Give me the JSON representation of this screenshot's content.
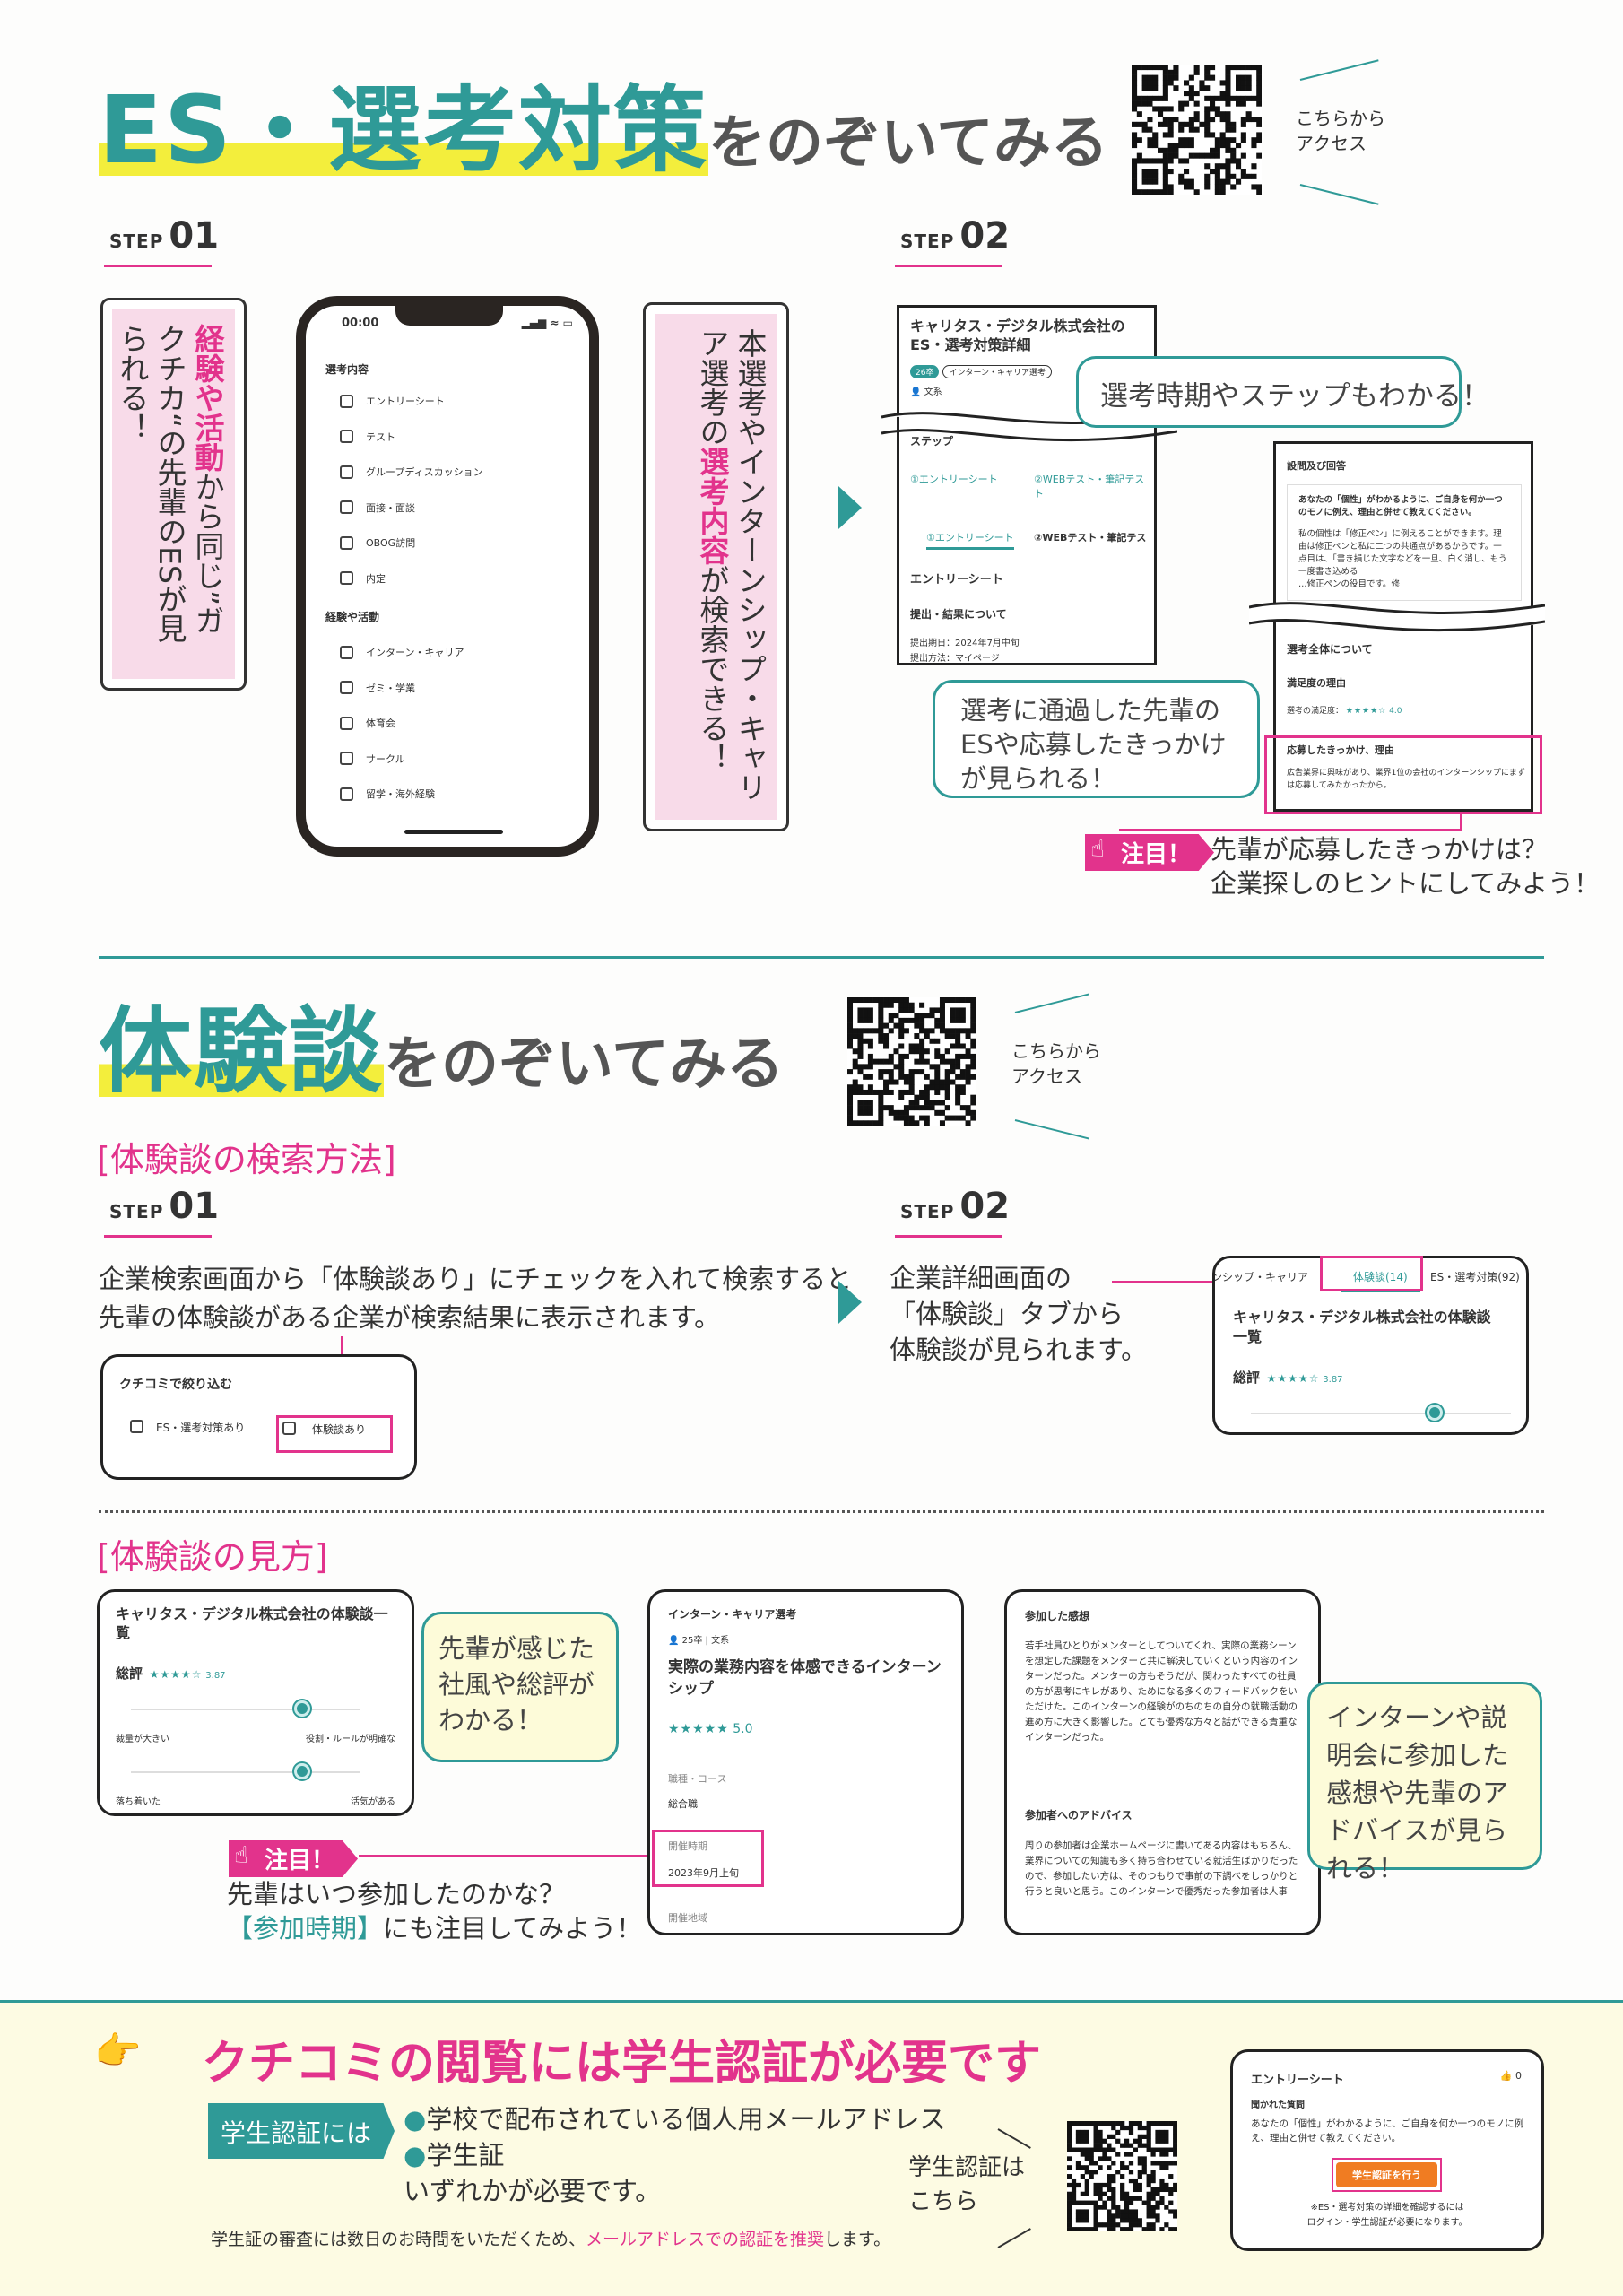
{
  "section1": {
    "title_main": "ES・選考対策",
    "title_sub": "をのぞいてみる",
    "access": [
      "こちらから",
      "アクセス"
    ],
    "step1": {
      "label": "STEP",
      "num": "01"
    },
    "step2": {
      "label": "STEP",
      "num": "02"
    },
    "left_bubble": {
      "hl": "経験や活動",
      "rest1": "から",
      "rest2": "同じ”ガクチカ“の先輩の",
      "rest3": "ESが見られる！"
    },
    "right_bubble": {
      "line1": "本選考や",
      "line2": "インターンシップ・キャリア選考の",
      "hl": "選考内容",
      "rest": "が検索できる！"
    },
    "phone": {
      "time": "00:00",
      "status": "▂▄▆ ≈ ▭",
      "section_a": "選考内容",
      "items_a": [
        "エントリーシート",
        "テスト",
        "グループディスカッション",
        "面接・面談",
        "OBOG訪問",
        "内定"
      ],
      "section_b": "経験や活動",
      "items_b": [
        "インターン・キャリア",
        "ゼミ・学業",
        "体育会",
        "サークル",
        "留学・海外経験"
      ]
    },
    "shot1": {
      "title": "キャリタス・デジタル株式会社のES・選考対策詳細",
      "badge_year": "26卒",
      "badge_type": "インターン・キャリア選考",
      "faculty": "文系",
      "step_heading": "ステップ",
      "step_links": [
        "①エントリーシート",
        "②WEBテスト・筆記テスト"
      ],
      "tabs": [
        "①エントリーシート",
        "②WEBテスト・筆記テス"
      ],
      "es_heading": "エントリーシート",
      "submit_heading": "提出・結果について",
      "submit_date": "提出期日：2024年7月中旬",
      "submit_method": "提出方法：マイページ"
    },
    "bubble_timing": "選考時期やステップもわかる！",
    "shot2": {
      "qa_heading": "設問及び回答",
      "question": "あなたの「個性」がわかるように、ご自身を何か一つのモノに例え、理由と併せて教えてください。",
      "answer": "私の個性は「修正ペン」に例えることができます。理由は修正ペンと私に二つの共通点があるからです。一点目は、「書き損じた文字などを一旦、白く消し、もう一度書き込める",
      "answer_tail": "…修正ペンの役目です。修",
      "overall_heading": "選考全体について",
      "satisfaction_heading": "満足度の理由",
      "satisfaction_label": "選考の満足度：",
      "satisfaction_stars": "★★★★☆",
      "satisfaction_value": "4.0",
      "reason_heading": "応募したきっかけ、理由",
      "reason_text": "広告業界に興味があり、業界1位の会社のインターンシップにまずは応募してみたかったから。"
    },
    "bubble_es": "選考に通過した先輩のESや応募したきっかけが見られる！",
    "chumoku": "注目！",
    "chumoku_text": [
      "先輩が応募したきっかけは？",
      "企業探しのヒントにしてみよう！"
    ]
  },
  "section2": {
    "title_main": "体験談",
    "title_sub": "をのぞいてみる",
    "access": [
      "こちらから",
      "アクセス"
    ],
    "search_heading": "[体験談の検索方法]",
    "step1": {
      "label": "STEP",
      "num": "01"
    },
    "step2": {
      "label": "STEP",
      "num": "02"
    },
    "step1_text": [
      "企業検索画面から「体験談あり」にチェックを入れて検索すると",
      "先輩の体験談がある企業が検索結果に表示されます。"
    ],
    "filter": {
      "title": "クチコミで絞り込む",
      "opt1": "ES・選考対策あり",
      "opt2": "体験談あり"
    },
    "step2_text": [
      "企業詳細画面の",
      "「体験談」タブから",
      "体験談が見られます。"
    ],
    "tabs_card": {
      "tabs": [
        "ンシップ・キャリア",
        "体験談(14)",
        "ES・選考対策(92)"
      ],
      "title": "キャリタス・デジタル株式会社の体験談一覧",
      "rating_label": "総評",
      "stars": "★★★★☆",
      "rating": "3.87"
    },
    "view_heading": "[体験談の見方]",
    "card_a": {
      "title": "キャリタス・デジタル株式会社の体験談一覧",
      "rating_label": "総評",
      "stars": "★★★★☆",
      "rating": "3.87",
      "slider1": {
        "left": "裁量が大きい",
        "right": "役割・ルールが明確な",
        "value": 0.75
      },
      "slider2": {
        "left": "落ち着いた",
        "right": "活気がある",
        "value": 0.75
      }
    },
    "bubble_a": "先輩が感じた社風や総評がわかる！",
    "chumoku": "注目！",
    "chumoku_text1": "先輩はいつ参加したのかな？",
    "chumoku_hl": "【参加時期】",
    "chumoku_text2": "にも注目してみよう！",
    "card_b": {
      "category": "インターン・キャリア選考",
      "meta": "25卒 | 文系",
      "title": "実際の業務内容を体感できるインターンシップ",
      "stars": "★★★★★",
      "rating": "5.0",
      "course_label": "職種・コース",
      "course_value": "総合職",
      "period_label": "開催時期",
      "period_value": "2023年9月上旬",
      "area_label": "開催地域"
    },
    "card_c": {
      "impression_heading": "参加した感想",
      "impression_text": "若手社員ひとりがメンターとしてついてくれ、実際の業務シーンを想定した課題をメンターと共に解決していくという内容のインターンだった。メンターの方もそうだが、関わったすべての社員の方が思考にキレがあり、ためになる多くのフィードバックをいただけた。このインターンの経験がのちのちの自分の就職活動の進め方に大きく影響した。とても優秀な方々と話ができる貴重なインターンだった。",
      "advice_heading": "参加者へのアドバイス",
      "advice_text": "周りの参加者は企業ホームページに書いてある内容はもちろん、業界についての知識も多く持ち合わせている就活生ばかりだったので、参加したい方は、そのつもりで事前の下調べをしっかりと行うと良いと思う。このインターンで優秀だった参加者は人事"
    },
    "bubble_c": "インターンや説明会に参加した感想や先輩のアドバイスが見られる！"
  },
  "auth": {
    "title": "クチコミの閲覧には学生認証が必要です",
    "tag": "学生認証には",
    "options": [
      "学校で配布されている個人用メールアドレス",
      "学生証"
    ],
    "required": "いずれかが必要です。",
    "note_pre": "学生証の審査には数日のお時間をいただくため、",
    "note_hl": "メールアドレスでの認証を推奨",
    "note_post": "します。",
    "qr_label": [
      "学生認証は",
      "こちら"
    ],
    "card": {
      "title": "エントリーシート",
      "likes": "0",
      "q_heading": "聞かれた質問",
      "question": "あなたの「個性」がわかるように、ご自身を何か一つのモノに例え、理由と併せて教えてください。",
      "button": "学生認証を行う",
      "note": [
        "※ES・選考対策の詳細を確認するには",
        "ログイン・学生認証が必要になります。"
      ]
    }
  },
  "colors": {
    "teal": "#2f9a97",
    "pink": "#e2338c",
    "yellow": "#f3ee3c",
    "orange": "#f07c22",
    "cream": "#fdfbe3"
  }
}
